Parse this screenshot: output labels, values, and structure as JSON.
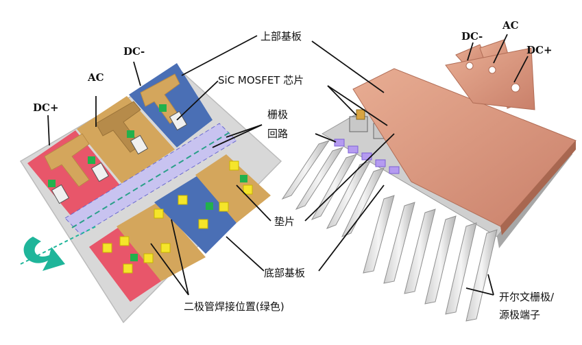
{
  "labels": {
    "dc_plus_left": "DC+",
    "ac_left": "AC",
    "dc_minus_left": "DC-",
    "top_substrate": "上部基板",
    "sic_mosfet": "SiC MOSFET 芯片",
    "gate_loop_1": "栅极",
    "gate_loop_2": "回路",
    "spacer": "垫片",
    "bottom_substrate": "底部基板",
    "diode_weld": "二极管焊接位置(绿色)",
    "kelvin_1": "开尔文栅极/",
    "kelvin_2": "源极端子",
    "dc_minus_right": "DC-",
    "ac_right": "AC",
    "dc_plus_right": "DC+"
  },
  "colors": {
    "dc_plus_pad": "#e8566a",
    "ac_pad": "#d4a65c",
    "dc_minus_pad": "#4a6fb5",
    "substrate": "#dcdcdc",
    "copper": "#d9977a",
    "diode_green": "#22b14c",
    "spacer_yellow": "#f5e52a",
    "gate_loop_lavender": "#c8c3f0",
    "arrow_teal": "#1fb59a"
  }
}
